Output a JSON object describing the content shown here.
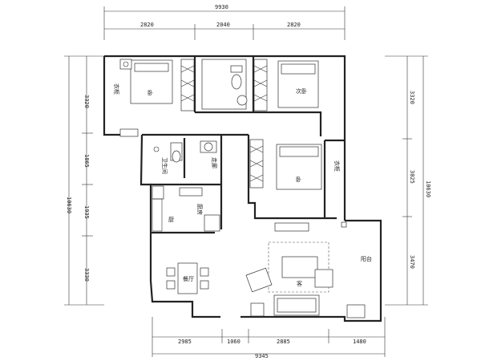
{
  "dimensions": {
    "top_total": "9930",
    "top_segments": [
      "2820",
      "2040",
      "2820"
    ],
    "bottom_segments": [
      "2985",
      "1060",
      "2885",
      "1480"
    ],
    "bottom_total": "9345",
    "left_total": "10630",
    "left_segments": [
      "3320",
      "1865",
      "1935",
      "3330"
    ],
    "right_total": "10630",
    "right_segments": [
      "3320",
      "3025",
      "3470"
    ]
  },
  "rooms": {
    "master_bedroom": "卧",
    "bedroom_2": "次卧",
    "bedroom_3": "卧",
    "kitchen": "厨",
    "dining": "餐厅",
    "living": "客",
    "balcony": "阳台"
  },
  "tags": {
    "tag_master": "衣柜",
    "tag_bath": "卫生间",
    "tag_hall": "走廊",
    "tag_kitchen": "厨房",
    "tag_bed3": "衣柜"
  }
}
